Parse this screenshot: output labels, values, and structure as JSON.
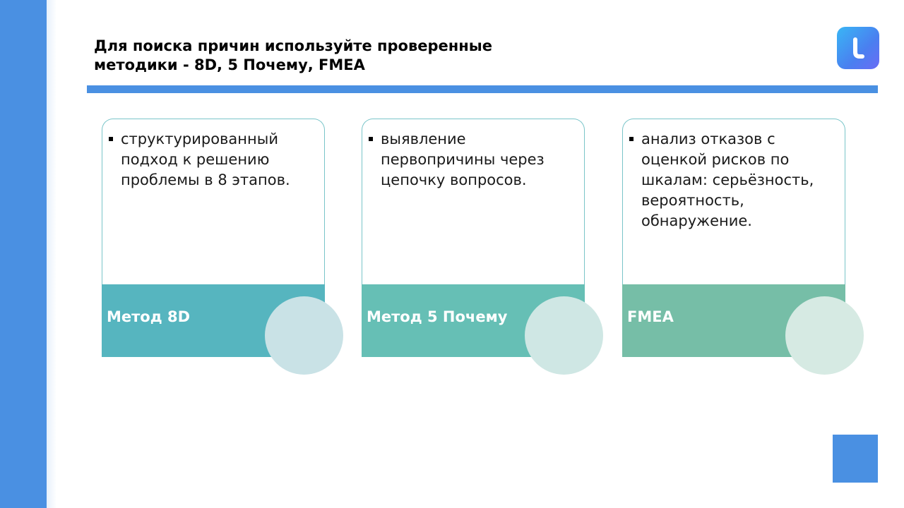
{
  "title": {
    "line1": "Для поиска причин используйте проверенные",
    "line2": "методики - 8D, 5 Почему, FMEA"
  },
  "cards": [
    {
      "text": "структурированный подход к решению проблемы в 8 этапов.",
      "label": "Метод 8D",
      "footer_color": "#56b5bf",
      "circle_color": "#c9e2e6"
    },
    {
      "text": "выявление первопричины через цепочку вопросов.",
      "label": "Метод 5 Почему",
      "footer_color": "#66bfb5",
      "circle_color": "#cfe7e4"
    },
    {
      "text": "анализ отказов с оценкой рисков по шкалам: серьёзность, вероятность, обнаружение.",
      "label": "FMEA",
      "footer_color": "#76bea7",
      "circle_color": "#d6eae3"
    }
  ],
  "colors": {
    "accent": "#4a90e2",
    "card_border": "#7ac5c9"
  },
  "icons": {
    "logo": "logo-icon",
    "bullet": "square-bullet-icon"
  }
}
